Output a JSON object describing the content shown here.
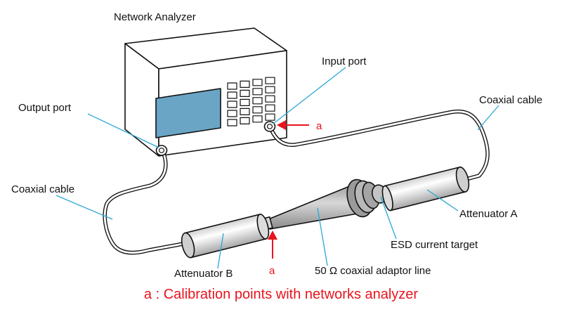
{
  "labels": {
    "network_analyzer": "Network Analyzer",
    "input_port": "Input port",
    "output_port": "Output port",
    "coaxial_cable_right": "Coaxial cable",
    "coaxial_cable_left": "Coaxial cable",
    "attenuator_a": "Attenuator A",
    "attenuator_b": "Attenuator B",
    "esd_current_target": "ESD current target",
    "adaptor_line": "50 Ω coaxial adaptor line",
    "marker_a_top": "a",
    "marker_a_bottom": "a"
  },
  "caption": "a : Calibration points with networks analyzer",
  "colors": {
    "marker_red": "#e8141e",
    "leader_cyan": "#2aa7d6",
    "screen_blue": "#6aa5c6"
  }
}
